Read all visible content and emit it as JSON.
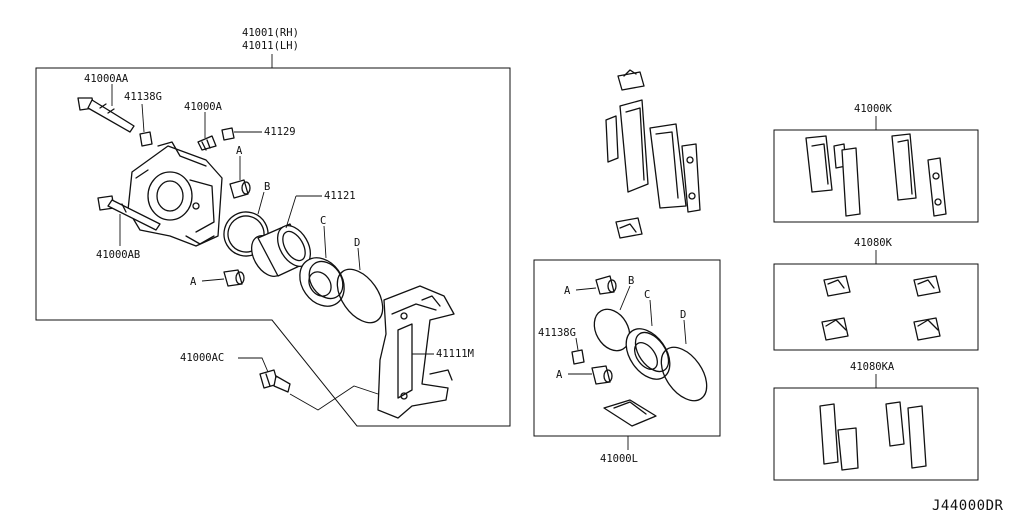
{
  "diagram": {
    "code": "J44000DR",
    "main_assembly": {
      "rh": "41001(RH)",
      "lh": "41011(LH)"
    },
    "labels": {
      "bolt_top": "41000AA",
      "bolt_bottom": "41000AB",
      "grease_top": "41138G",
      "bleeder": "41000A",
      "cap": "41129",
      "piston": "41121",
      "bracket": "41111M",
      "bracket_bolt": "41000AC",
      "letter_a1": "A",
      "letter_a2": "A",
      "letter_b": "B",
      "letter_c": "C",
      "letter_d": "D"
    },
    "seal_kit": {
      "code": "41000L",
      "letter_a1": "A",
      "letter_a2": "A",
      "letter_b": "B",
      "letter_c": "C",
      "letter_d": "D",
      "grease": "41138G"
    },
    "pad_kit": "41000K",
    "clip_kit": "41080K",
    "shim_kit": "41080KA"
  }
}
